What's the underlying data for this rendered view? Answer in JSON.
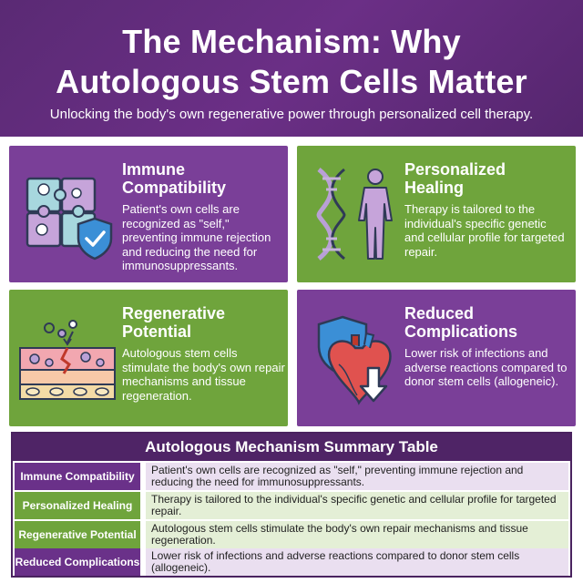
{
  "header": {
    "title_line1": "The Mechanism: Why",
    "title_line2": "Autologous Stem Cells Matter",
    "subtitle": "Unlocking the body's own regenerative power through personalized cell therapy."
  },
  "cards": [
    {
      "title_line1": "Immune",
      "title_line2": "Compatibility",
      "text": "Patient's own cells are recognized as \"self,\" preventing immune rejection and reducing the need for immunosuppressants.",
      "icon": "puzzle-shield-icon",
      "color": "#7a3f98"
    },
    {
      "title_line1": "Personalized",
      "title_line2": "Healing",
      "text": "Therapy is tailored to the individual's specific genetic and cellular profile for targeted repair.",
      "icon": "dna-human-icon",
      "color": "#6fa43c"
    },
    {
      "title_line1": "Regenerative",
      "title_line2": "Potential",
      "text": "Autologous stem cells stimulate the body's own repair mechanisms and tissue regeneration.",
      "icon": "tissue-repair-icon",
      "color": "#6fa43c"
    },
    {
      "title_line1": "Reduced",
      "title_line2": "Complications",
      "text": "Lower risk of infections and adverse reactions compared to donor stem cells (allogeneic).",
      "icon": "heart-shield-icon",
      "color": "#7a3f98"
    }
  ],
  "table": {
    "title": "Autologous Mechanism Summary Table",
    "rows": [
      {
        "label": "Immune Compatibility",
        "desc": "Patient's own cells are recognized as \"self,\" preventing immune rejection and reducing the need for immunosuppressants."
      },
      {
        "label": "Personalized Healing",
        "desc": "Therapy is tailored to the individual's specific genetic and cellular profile for targeted repair."
      },
      {
        "label": "Regenerative Potential",
        "desc": "Autologous stem cells stimulate the body's own repair mechanisms and tissue regeneration."
      },
      {
        "label": "Reduced Complications",
        "desc": "Lower risk of infections and adverse reactions compared to donor stem cells (allogeneic)."
      }
    ]
  }
}
